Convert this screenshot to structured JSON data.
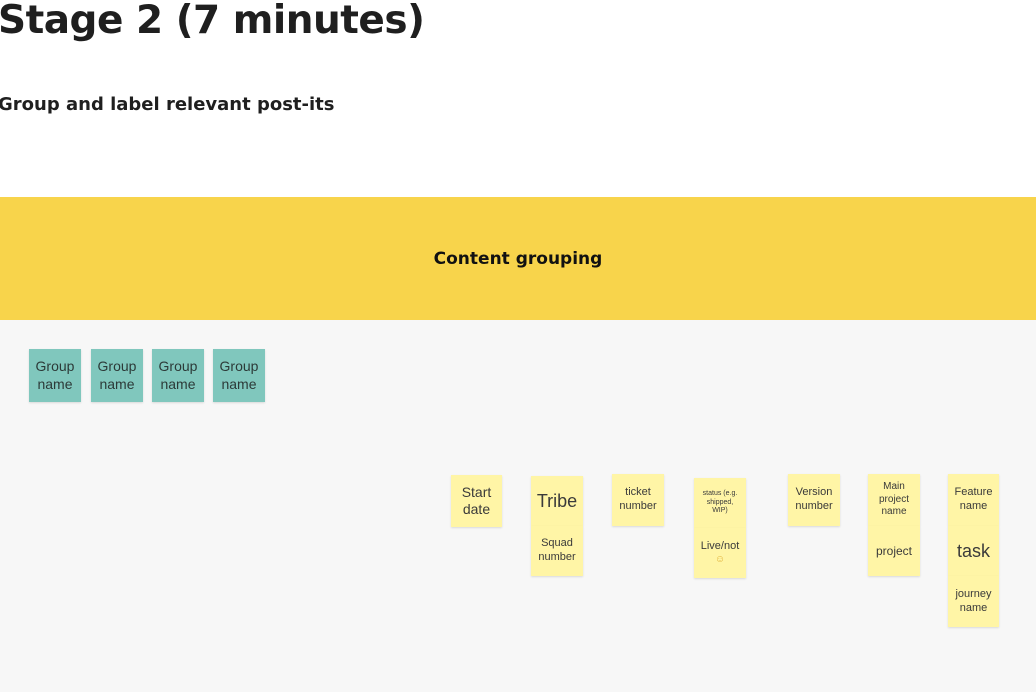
{
  "page": {
    "title": "Stage 2 (7 minutes)",
    "subtitle": "Group and label relevant post-its"
  },
  "banner": {
    "title": "Content grouping",
    "color": "#f8d44b"
  },
  "board": {
    "background": "#f7f7f7",
    "group_stickies": [
      {
        "label": "Group\nname"
      },
      {
        "label": "Group\nname"
      },
      {
        "label": "Group\nname"
      },
      {
        "label": "Group\nname"
      }
    ],
    "stickies": [
      {
        "label": "Start\ndate"
      },
      {
        "label": "Tribe"
      },
      {
        "label": "Squad\nnumber"
      },
      {
        "label": "ticket\nnumber"
      },
      {
        "label": "status (e.g.\nshipped,\nWIP)"
      },
      {
        "label": "Live/not"
      },
      {
        "label": "Version\nnumber"
      },
      {
        "label": "Main\nproject\nname"
      },
      {
        "label": "project"
      },
      {
        "label": "Feature\nname"
      },
      {
        "label": "task"
      },
      {
        "label": "journey\nname"
      }
    ],
    "colors": {
      "group_sticky": "#80c7bd",
      "sticky": "#fff5a6"
    }
  }
}
